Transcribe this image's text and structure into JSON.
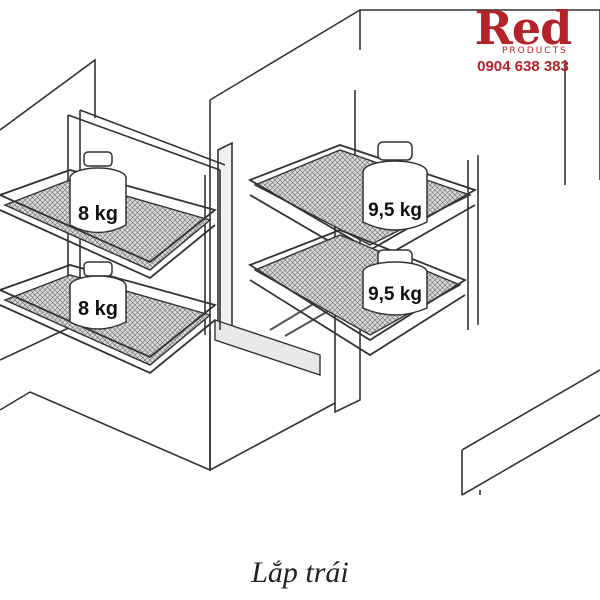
{
  "logo": {
    "brand": "Red",
    "subtitle": "PRODUCTS",
    "phone": "0904 638 383"
  },
  "weights": {
    "left_top": "8 kg",
    "left_bottom": "8 kg",
    "right_top": "9,5 kg",
    "right_bottom": "9,5 kg"
  },
  "caption": "Lắp trái",
  "colors": {
    "brand": "#b5232a",
    "line": "#333333"
  }
}
